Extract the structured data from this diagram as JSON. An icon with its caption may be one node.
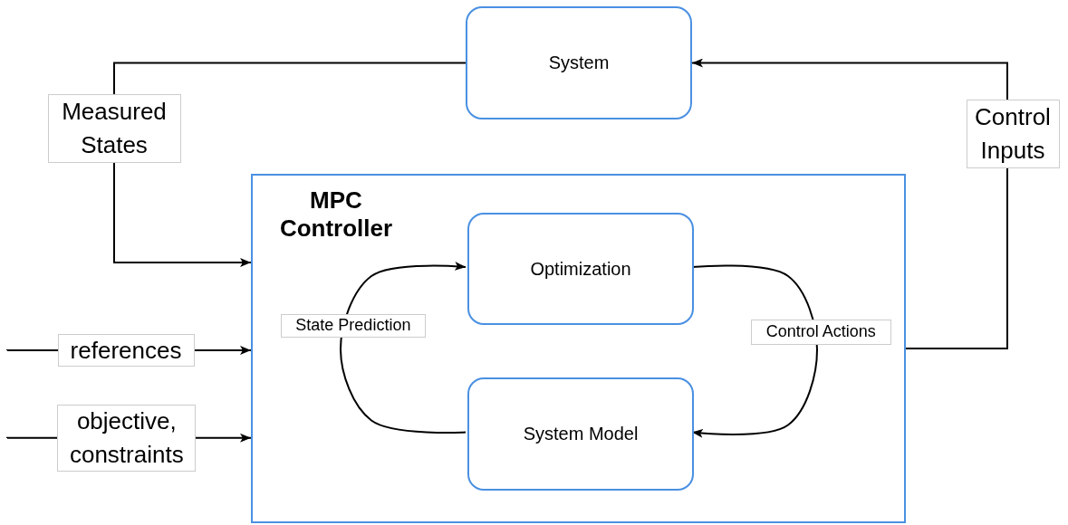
{
  "diagram": {
    "nodes": [
      {
        "text": [
          "System"
        ]
      },
      {
        "text": [
          "MPC Controller"
        ]
      },
      {
        "text": [
          "Optimization"
        ],
        "in": 1
      },
      {
        "text": [
          "System Model"
        ],
        "in": 1
      }
    ],
    "edges": [
      {
        "from": 0,
        "to": 1,
        "arrow": "to",
        "label": "Measured States"
      },
      {
        "from": 1,
        "to": 0,
        "arrow": "to",
        "label": "Control Inputs"
      },
      {
        "from": null,
        "to": 1,
        "arrow": "to",
        "label": "references"
      },
      {
        "from": null,
        "to": 1,
        "arrow": "to",
        "label": "objective, constraints"
      },
      {
        "from": 2,
        "to": 3,
        "arrow": "to",
        "label": "Control Actions"
      },
      {
        "from": 3,
        "to": 2,
        "arrow": "to",
        "label": "State Prediction"
      }
    ]
  }
}
